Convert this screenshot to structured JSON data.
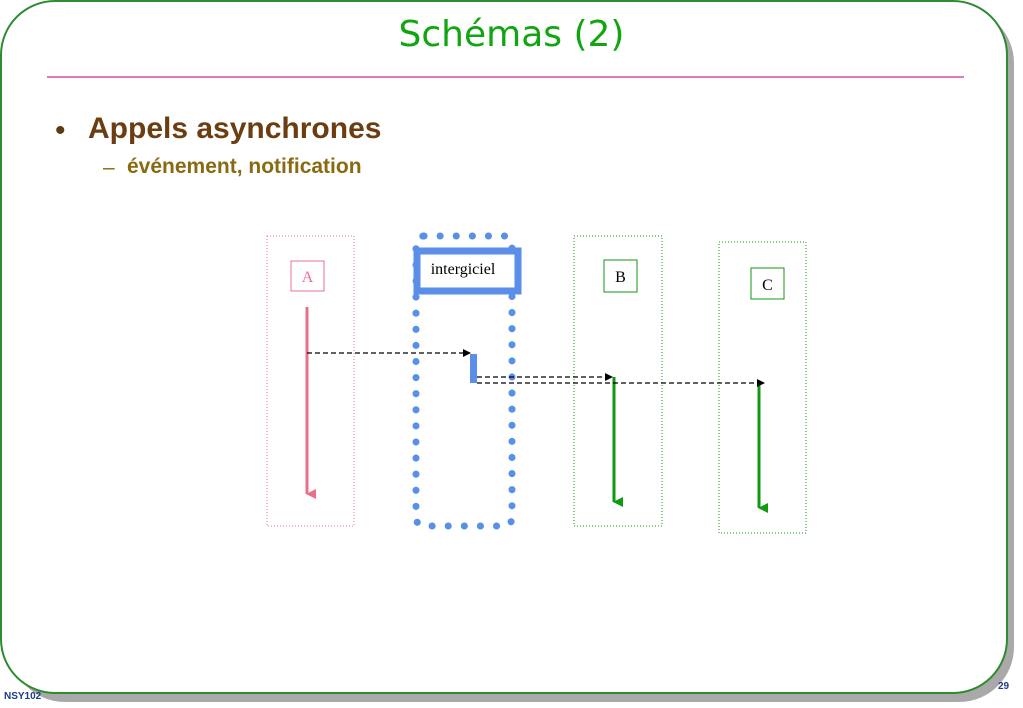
{
  "slide": {
    "title": "Schémas (2)",
    "bullet": "Appels asynchrones",
    "sub_bullet": "événement, notification",
    "footer_left": "NSY102",
    "page_number": "29"
  },
  "diagram": {
    "nodes": {
      "a": "A",
      "middleware": "intergiciel",
      "b": "B",
      "c": "C"
    }
  },
  "colors": {
    "title": "#11a611",
    "rule": "#e07ac0",
    "frame": "#2e8b2e",
    "a": "#e8708c",
    "middleware": "#5a8ee8",
    "green": "#119911"
  }
}
